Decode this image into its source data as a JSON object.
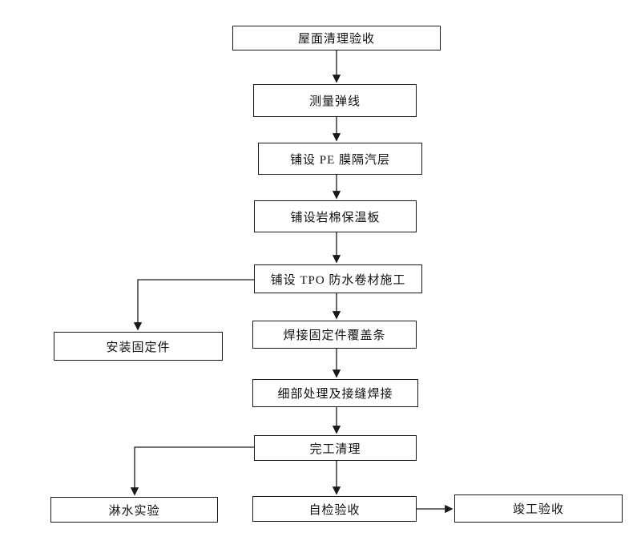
{
  "flowchart": {
    "title": "TPO roof waterproofing construction process flowchart",
    "nodes": {
      "roof_cleaning": "屋面清理验收",
      "measure_line": "测量弹线",
      "pe_film": "铺设 PE 膜隔汽层",
      "rockwool": "铺设岩棉保温板",
      "tpo": "铺设 TPO 防水卷材施工",
      "weld_cover": "焊接固定件覆盖条",
      "install_fastener": "安装固定件",
      "detail_weld": "细部处理及接缝焊接",
      "completion_clean": "完工清理",
      "water_test": "淋水实验",
      "self_inspection": "自检验收",
      "final_acceptance": "竣工验收"
    },
    "colors": {
      "line": "#1a1a1a",
      "box_border": "#1a1a1a",
      "background": "#ffffff",
      "text": "#111111"
    }
  }
}
